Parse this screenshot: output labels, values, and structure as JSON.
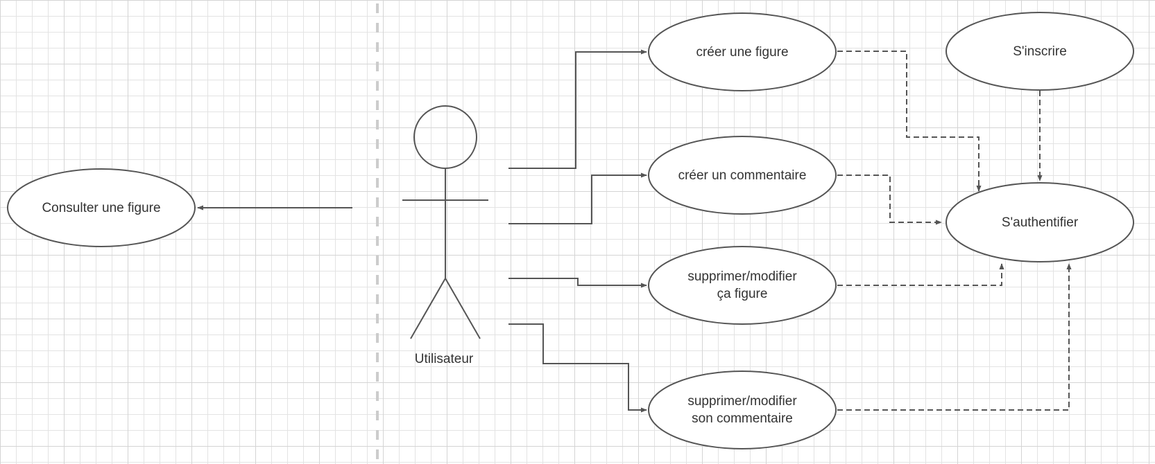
{
  "actor": {
    "name": "Utilisateur"
  },
  "use_cases": {
    "consulter": "Consulter une figure",
    "creer_figure": "créer une figure",
    "creer_commentaire": "créer un commentaire",
    "modifier_figure_line1": "supprimer/modifier",
    "modifier_figure_line2": "ça figure",
    "modifier_commentaire_line1": "supprimer/modifier",
    "modifier_commentaire_line2": "son commentaire",
    "inscrire": "S'inscrire",
    "authentifier": "S'authentifier"
  },
  "colors": {
    "line": "#555555",
    "text": "#333333",
    "grid": "#e3e3e3",
    "separator": "#cccccc"
  }
}
